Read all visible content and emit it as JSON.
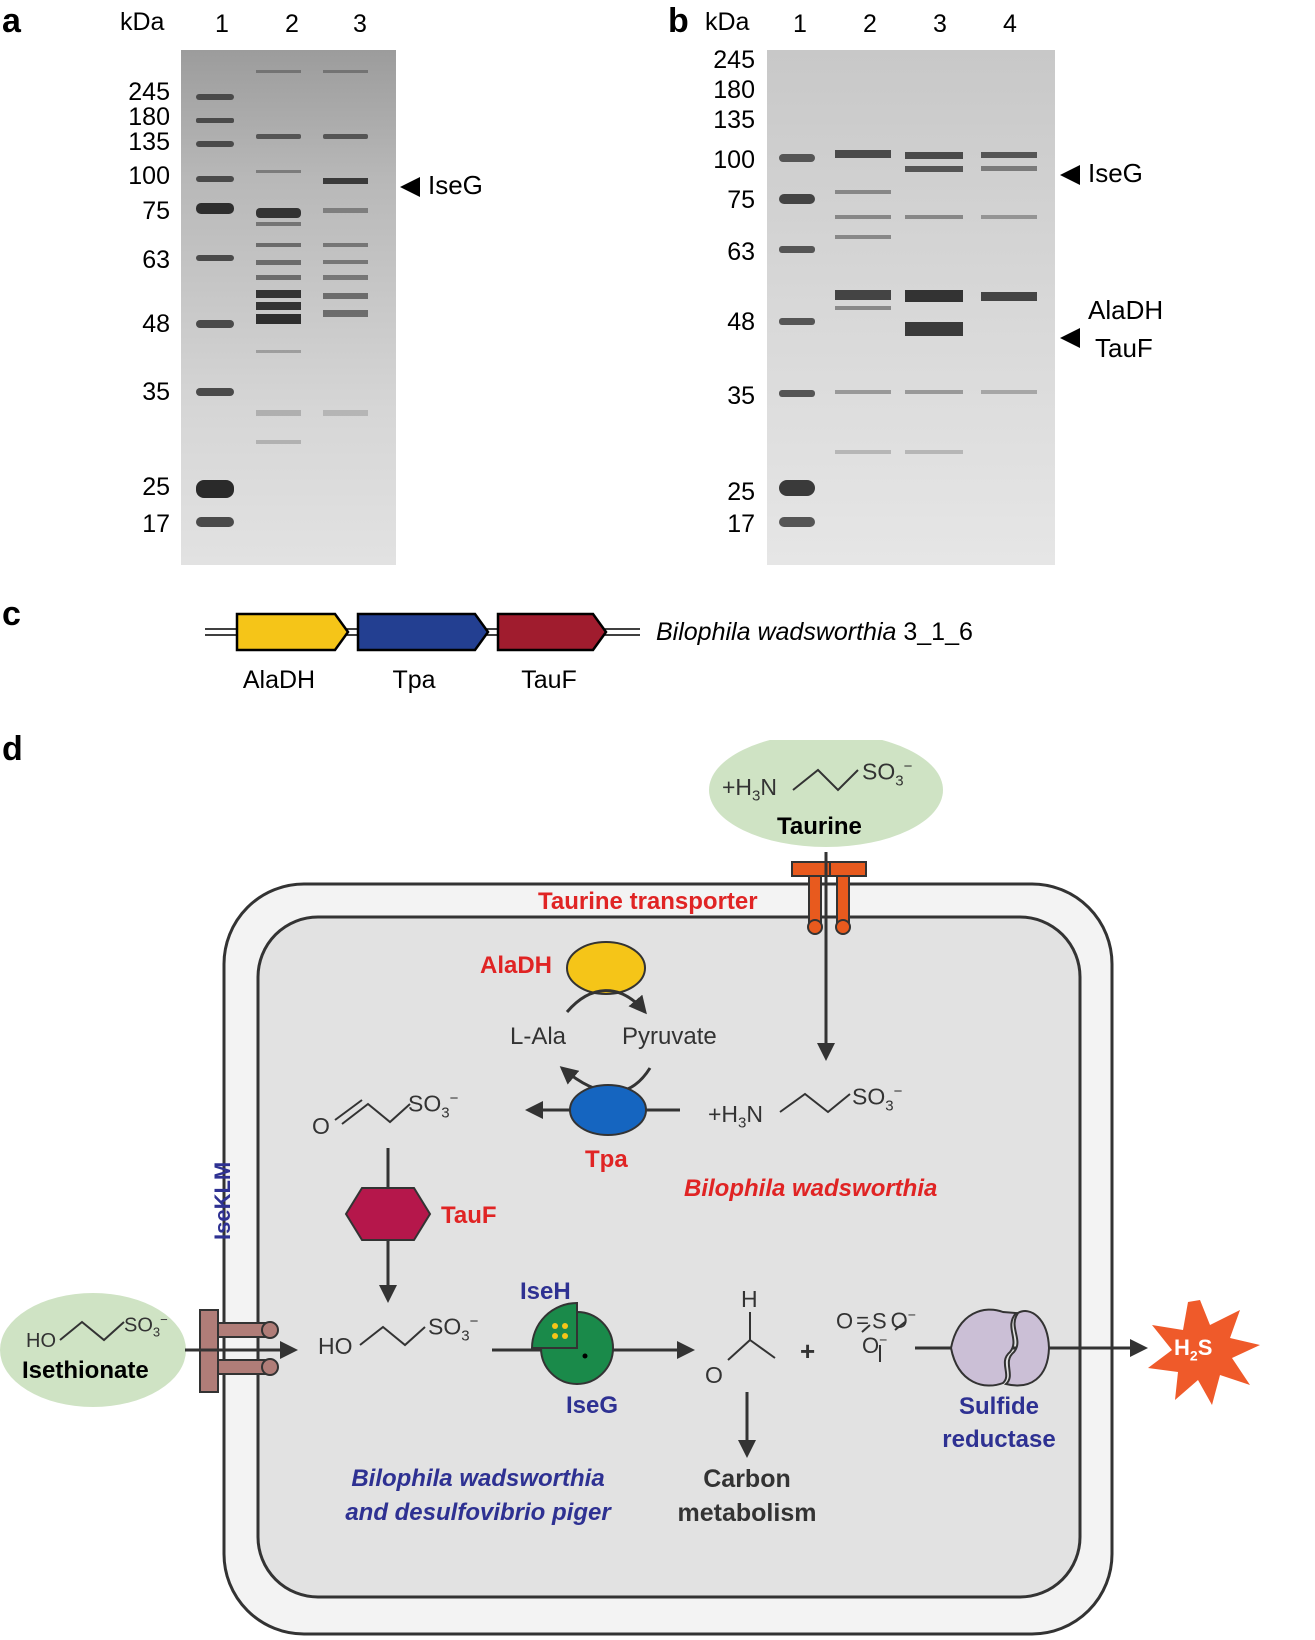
{
  "panel_a": {
    "letter": "a",
    "kda": "kDa",
    "lanes": [
      "1",
      "2",
      "3"
    ],
    "markers": [
      "245",
      "180",
      "135",
      "100",
      "75",
      "63",
      "48",
      "35",
      "25",
      "17"
    ],
    "annotation": "IseG"
  },
  "panel_b": {
    "letter": "b",
    "kda": "kDa",
    "lanes": [
      "1",
      "2",
      "3",
      "4"
    ],
    "markers": [
      "245",
      "180",
      "135",
      "100",
      "75",
      "63",
      "48",
      "35",
      "25",
      "17"
    ],
    "annotation_iseg": "IseG",
    "annotation_aladh": "AlaDH",
    "annotation_tauf": "TauF"
  },
  "panel_c": {
    "letter": "c",
    "genes": [
      {
        "name": "AlaDH",
        "color": "#f5c518"
      },
      {
        "name": "Tpa",
        "color": "#233f91"
      },
      {
        "name": "TauF",
        "color": "#a01c2e"
      }
    ],
    "species_italic": "Bilophila wadsworthia",
    "strain": "3_1_6"
  },
  "panel_d": {
    "letter": "d",
    "taurine_label": "Taurine",
    "taurine_transporter": "Taurine transporter",
    "aladh": "AlaDH",
    "l_ala": "L-Ala",
    "pyruvate": "Pyruvate",
    "tpa": "Tpa",
    "tauf": "TauF",
    "isekLM": "IseKLM",
    "iseh": "IseH",
    "iseg": "IseG",
    "isethionate": "Isethionate",
    "species_red": "Bilophila wadsworthia",
    "species_blue_1": "Bilophila wadsworthia",
    "species_blue_2": "and desulfovibrio piger",
    "carbon_1": "Carbon",
    "carbon_2": "metabolism",
    "sulfide_1": "Sulfide",
    "sulfide_2": "reductase",
    "h2s": "H",
    "h2s_sub": "2",
    "h2s_s": "S",
    "colors": {
      "red_label": "#e02424",
      "blue_label": "#2e3192",
      "green_bubble": "#cfe3c4",
      "transporter": "#e85a1e",
      "isekLM_channel": "#b07d78",
      "aladh_enzyme": "#f5c518",
      "tpa_enzyme": "#1565c0",
      "tauf_enzyme": "#b5174b",
      "iseg_enzyme": "#1a8a4a",
      "sulfide_reductase": "#cbbfd6",
      "h2s_burst": "#ef5a2a"
    }
  }
}
